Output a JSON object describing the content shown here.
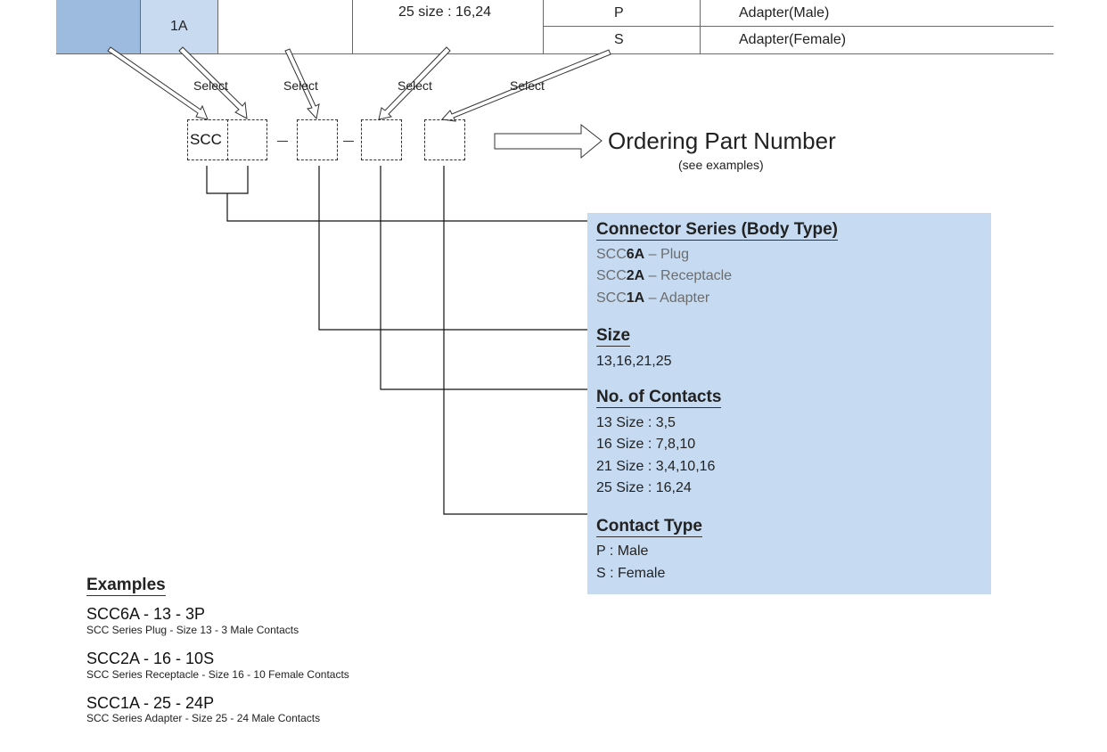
{
  "top_table": {
    "body_type_code": "1A",
    "contacts_cell": "25 size : 16,24",
    "contact_rows": [
      {
        "code": "P",
        "description": "Adapter(Male)"
      },
      {
        "code": "S",
        "description": "Adapter(Female)"
      }
    ],
    "colors": {
      "dark_cell": "#9dbadf",
      "light_cell": "#c8daf0"
    }
  },
  "diagram": {
    "select_labels": [
      "Select",
      "Select",
      "Select",
      "Select"
    ],
    "prefix_box": "SCC",
    "separators": [
      "–",
      "–"
    ],
    "ordering_title": "Ordering Part Number",
    "ordering_subtitle": "(see examples)"
  },
  "panel": {
    "background": "#c6dbf2",
    "sections": [
      {
        "title": "Connector Series (Body Type)",
        "lines": [
          {
            "prefix": "SCC",
            "code": "6A",
            "desc": " – Plug"
          },
          {
            "prefix": "SCC",
            "code": "2A",
            "desc": " – Receptacle"
          },
          {
            "prefix": "SCC",
            "code": "1A",
            "desc": " – Adapter"
          }
        ]
      },
      {
        "title": "Size",
        "lines": [
          "13,16,21,25"
        ]
      },
      {
        "title": "No. of Contacts",
        "lines": [
          "13 Size : 3,5",
          "16 Size : 7,8,10",
          "21 Size : 3,4,10,16",
          "25 Size : 16,24"
        ]
      },
      {
        "title": "Contact Type",
        "lines": [
          "P : Male",
          "S : Female"
        ]
      }
    ]
  },
  "examples": {
    "title": "Examples",
    "items": [
      {
        "code": "SCC6A - 13 - 3P",
        "desc": "SCC Series Plug - Size 13 - 3 Male Contacts"
      },
      {
        "code": "SCC2A - 16 - 10S",
        "desc": "SCC Series Receptacle - Size 16 - 10 Female Contacts"
      },
      {
        "code": "SCC1A - 25 - 24P",
        "desc": "SCC Series Adapter - Size 25 - 24 Male Contacts"
      }
    ]
  }
}
